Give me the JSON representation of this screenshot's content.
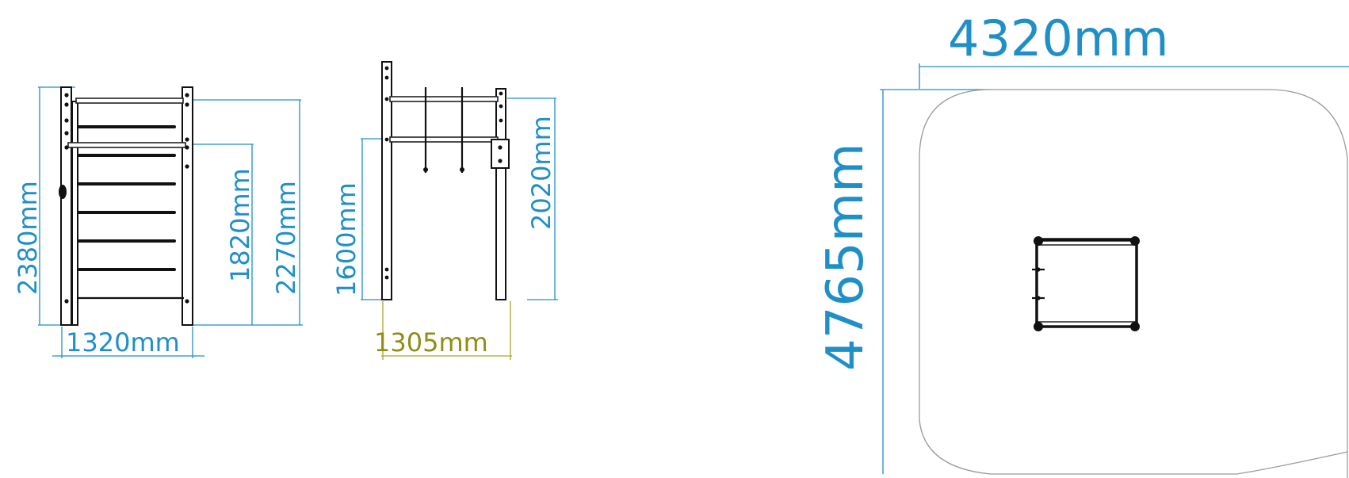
{
  "diagram": {
    "front_view": {
      "height_overall": "2380mm",
      "height_bar": "1820mm",
      "height_top": "2270mm",
      "width": "1320mm"
    },
    "side_view": {
      "height_bar": "1600mm",
      "height_top": "2020mm",
      "width": "1305mm"
    },
    "plan_view": {
      "width": "4320mm",
      "depth": "4765mm"
    },
    "colors": {
      "dimension": "#1f8fc8",
      "dimension_alt": "#a8a82c",
      "structure": "#111111",
      "safety_zone": "#9a9a9a"
    }
  }
}
